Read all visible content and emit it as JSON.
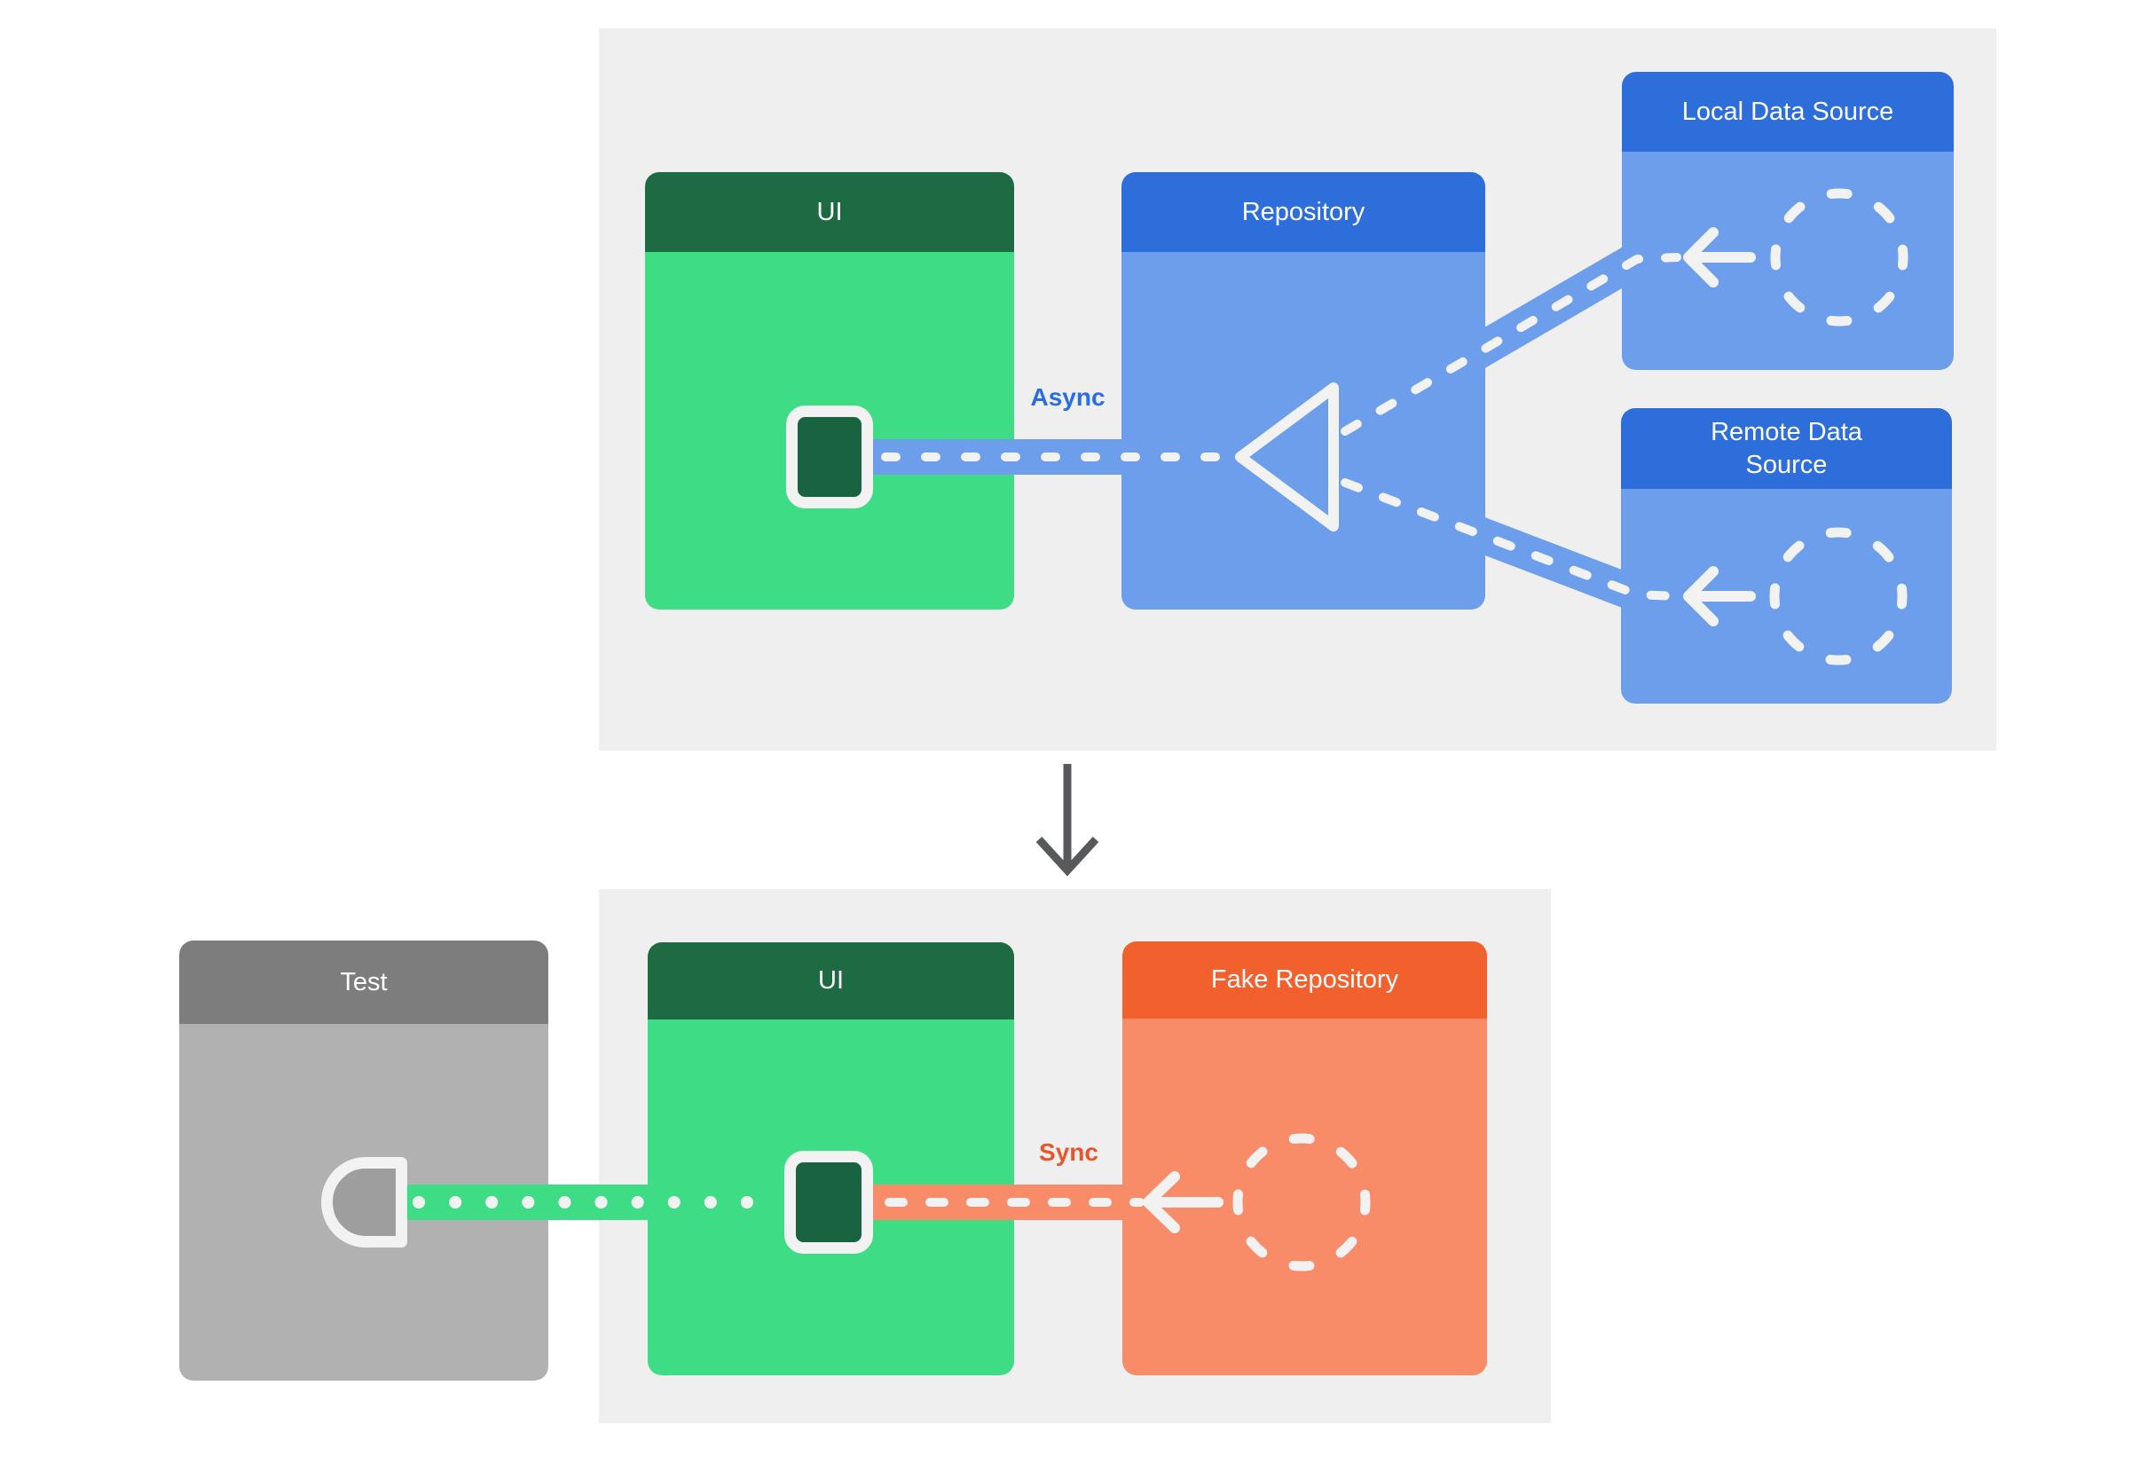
{
  "top_panel": {
    "ui_box": {
      "title": "UI"
    },
    "repository_box": {
      "title": "Repository"
    },
    "local_data_source_box": {
      "title": "Local Data Source"
    },
    "remote_data_source_box": {
      "title": "Remote Data Source"
    },
    "async_label": "Async"
  },
  "bottom_panel": {
    "test_box": {
      "title": "Test"
    },
    "ui_box": {
      "title": "UI"
    },
    "fake_repository_box": {
      "title": "Fake Repository"
    },
    "sync_label": "Sync"
  },
  "icons": {
    "screen-square-icon": "rounded square with white frame inside UI box",
    "merge-triangle-icon": "white outlined triangle pointing left inside Repository",
    "dashed-circle-icon": "white dashed circle (data source / fake repository)",
    "arrow-left-icon": "white left-pointing arrow",
    "test-probe-icon": "white outlined half-round probe connector in Test box",
    "down-arrow-icon": "dark gray downward arrow between panels"
  },
  "colors": {
    "panel_background": "#efefef",
    "green_header": "#1d6a43",
    "green_body": "#3edc84",
    "blue_header": "#2d6edb",
    "blue_body": "#6d9eeb",
    "orange_header": "#f2602e",
    "orange_body": "#f98c68",
    "gray_header": "#7d7d7d",
    "gray_body": "#b1b1b1",
    "probe_fill": "#9e9e9e",
    "connector_white": "#f2f2f2",
    "async_text": "#2a6ce2",
    "sync_text": "#e8552b",
    "down_arrow": "#58595b"
  }
}
